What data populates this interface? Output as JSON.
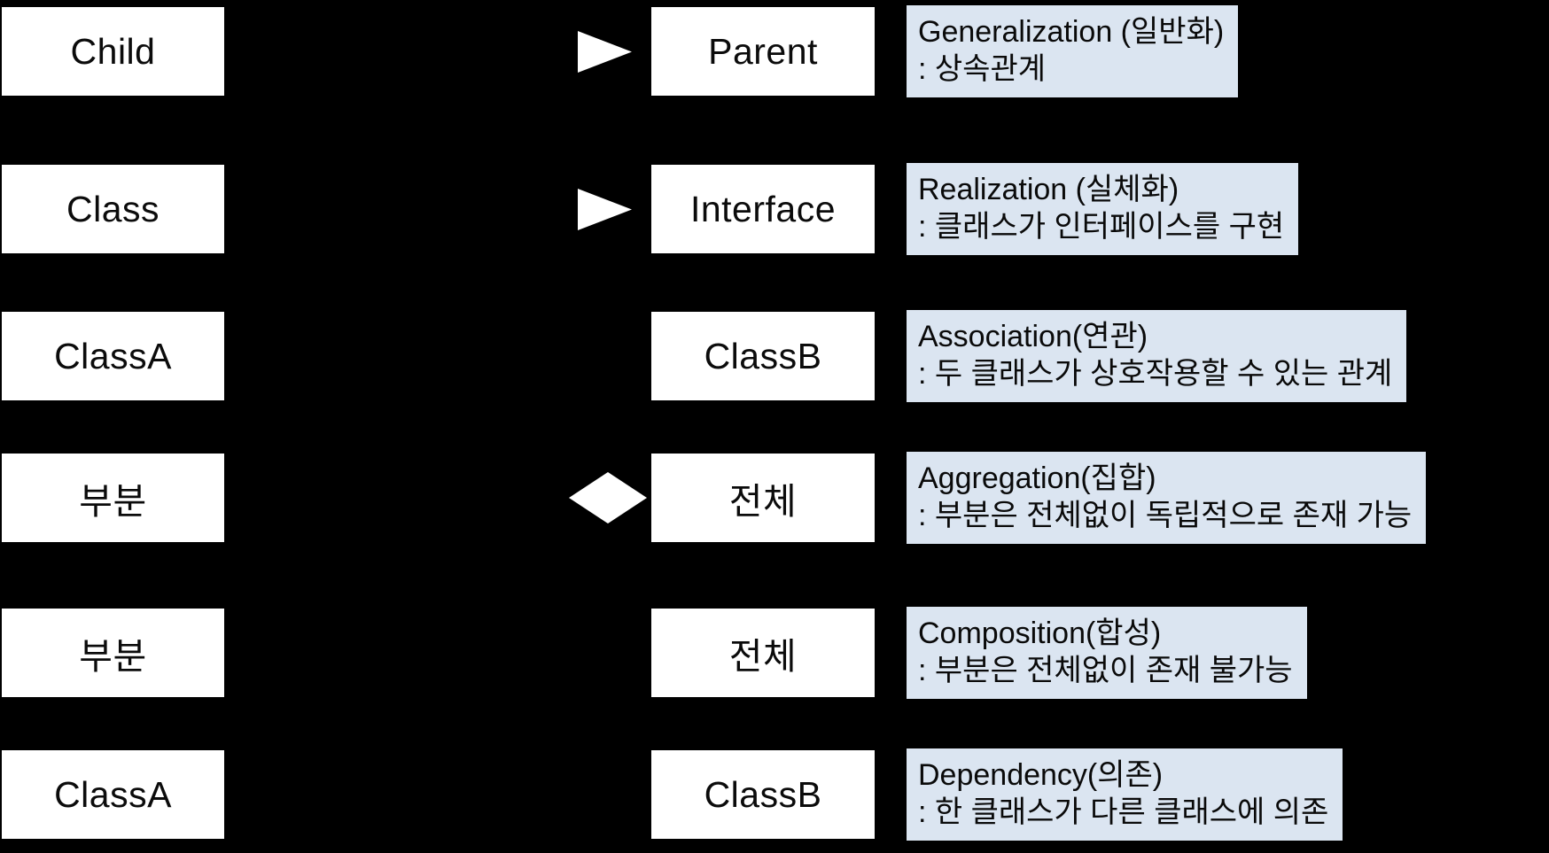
{
  "diagram": {
    "title": "UML class relationships legend",
    "colors": {
      "background": "#000000",
      "class_box_fill": "#ffffff",
      "class_box_text": "#0b0b0b",
      "description_fill": "#dbe5f1",
      "description_text": "#0a0a0a",
      "connector_shape": "#ffffff"
    },
    "rows": [
      {
        "left_box": "Child",
        "right_box": "Parent",
        "connector": "hollow-triangle-arrowhead",
        "desc_line1": "Generalization (일반화)",
        "desc_line2": ": 상속관계"
      },
      {
        "left_box": "Class",
        "right_box": "Interface",
        "connector": "hollow-triangle-arrowhead",
        "desc_line1": "Realization (실체화)",
        "desc_line2": ": 클래스가 인터페이스를 구현"
      },
      {
        "left_box": "ClassA",
        "right_box": "ClassB",
        "connector": "none-visible",
        "desc_line1": "Association(연관)",
        "desc_line2": ": 두 클래스가 상호작용할 수 있는 관계"
      },
      {
        "left_box": "부분",
        "right_box": "전체",
        "connector": "hollow-diamond",
        "desc_line1": "Aggregation(집합)",
        "desc_line2": ": 부분은 전체없이 독립적으로 존재 가능"
      },
      {
        "left_box": "부분",
        "right_box": "전체",
        "connector": "none-visible",
        "desc_line1": "Composition(합성)",
        "desc_line2": ": 부분은 전체없이 존재 불가능"
      },
      {
        "left_box": "ClassA",
        "right_box": "ClassB",
        "connector": "none-visible",
        "desc_line1": "Dependency(의존)",
        "desc_line2": ": 한 클래스가 다른 클래스에 의존"
      }
    ]
  }
}
